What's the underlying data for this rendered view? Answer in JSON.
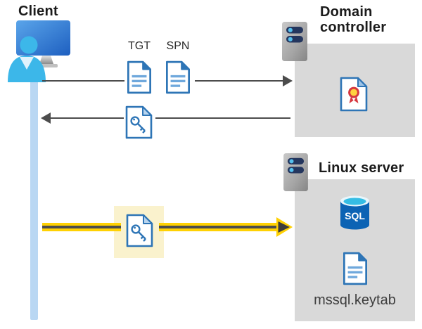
{
  "client": {
    "label": "Client"
  },
  "domain_controller": {
    "label": "Domain controller"
  },
  "linux_server": {
    "label": "Linux server",
    "sql_icon_label": "SQL",
    "keytab_label": "mssql.keytab"
  },
  "messages": {
    "tgt_label": "TGT",
    "spn_label": "SPN"
  },
  "colors": {
    "box_gray": "#d9d9d9",
    "highlight_yellow": "#faf2cd",
    "arrow_yellow": "#ffd103",
    "arrow_dark": "#4c4c4c",
    "lifeline_blue": "#b9d7f3",
    "doc_blue": "#2e75b6",
    "person_cyan": "#3cb7e9",
    "sql_blue": "#0c63b4",
    "cert_red": "#d6373f",
    "cert_yellow": "#ffd23f"
  }
}
